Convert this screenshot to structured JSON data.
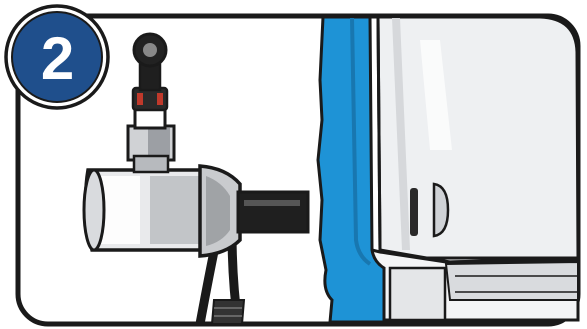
{
  "step": {
    "number": "2"
  },
  "colors": {
    "badge_fill": "#1f4f8c",
    "badge_ring": "#1a1a1a",
    "accent_blue": "#1e93d6",
    "outline": "#1a1a1a",
    "metal_light": "#f2f2f2",
    "metal_mid": "#c9cbce",
    "metal_dark": "#8e9196",
    "connector_red": "#c0392b"
  },
  "illustration": {
    "icons": [
      "step-badge",
      "rotary-solenoid-valve",
      "wire-connector",
      "valve-outlet-nozzle",
      "appliance-cabinet-panel",
      "blue-gasket-strip"
    ]
  }
}
